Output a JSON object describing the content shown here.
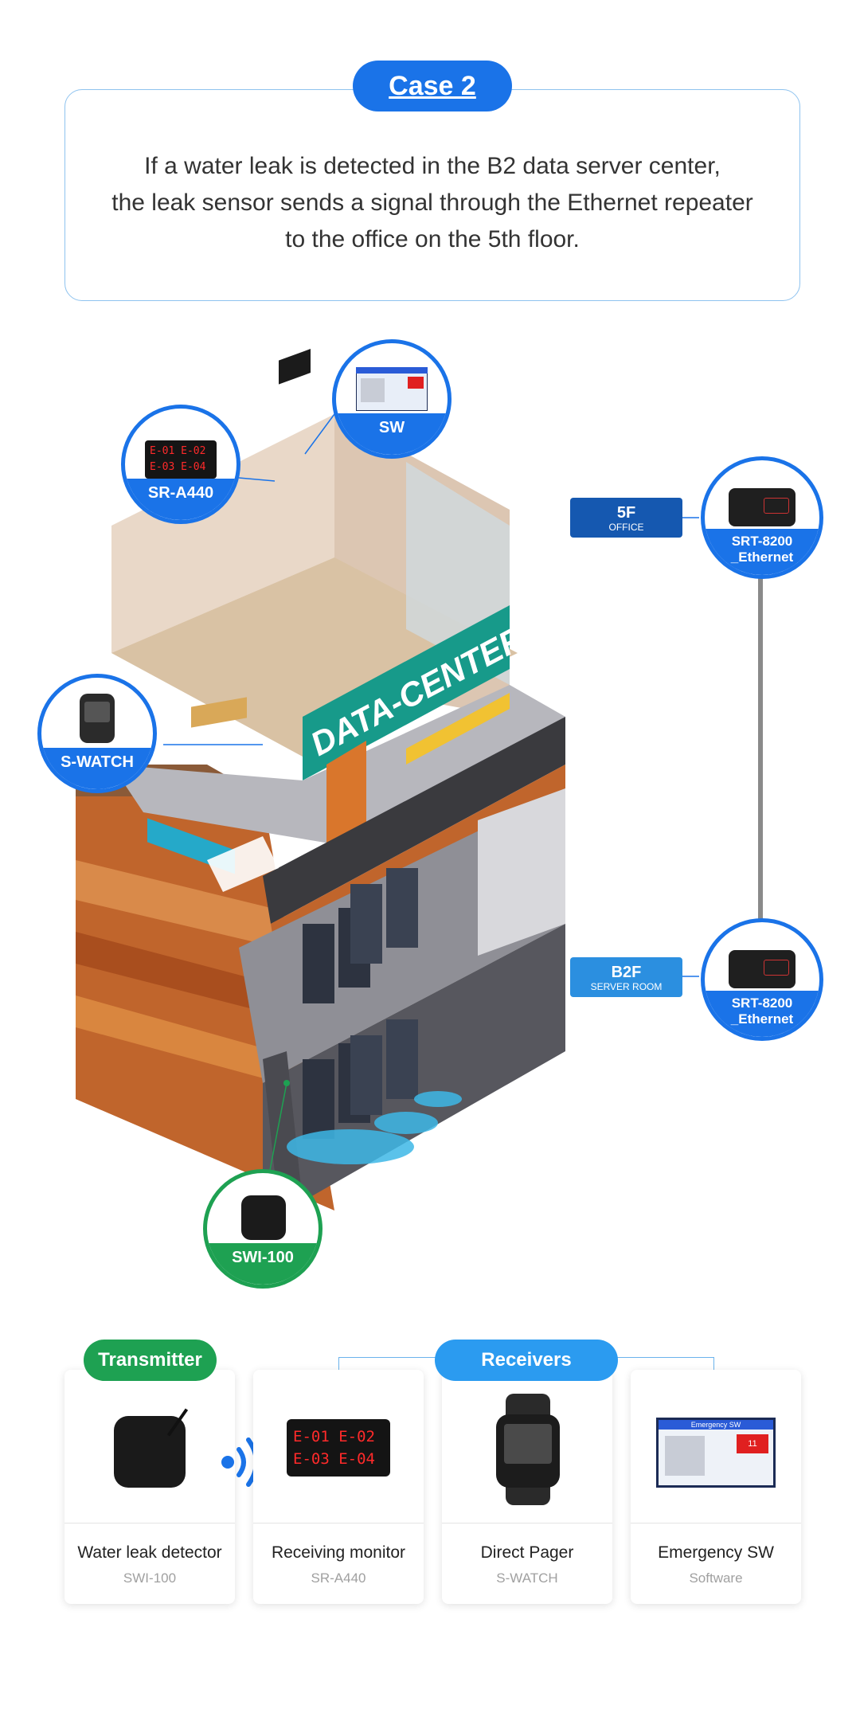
{
  "case": {
    "title": "Case 2",
    "lines": [
      "If a water leak is detected in the B2 data server center,",
      "the leak sensor sends a signal through the Ethernet repeater",
      "to the office on the 5th floor."
    ]
  },
  "scene": {
    "building_sign": "DATA-CENTER",
    "callouts": {
      "sw": "SW",
      "sr_a440": "SR-A440",
      "s_watch": "S-WATCH",
      "swi_100": "SWI-100",
      "srt_top_line1": "SRT-8200",
      "srt_top_line2": "_Ethernet",
      "srt_bottom_line1": "SRT-8200",
      "srt_bottom_line2": "_Ethernet"
    },
    "floors": {
      "f5_big": "5F",
      "f5_small": "OFFICE",
      "b2_big": "B2F",
      "b2_small": "SERVER ROOM"
    },
    "display_codes": [
      "E-01",
      "E-02",
      "E-03",
      "E-04"
    ]
  },
  "bottom": {
    "transmitter_label": "Transmitter",
    "receivers_label": "Receivers",
    "cards": [
      {
        "name": "Water leak detector",
        "model": "SWI-100"
      },
      {
        "name": "Receiving monitor",
        "model": "SR-A440"
      },
      {
        "name": "Direct Pager",
        "model": "S-WATCH"
      },
      {
        "name": "Emergency SW",
        "model": "Software"
      }
    ],
    "sw_screen_title": "Emergency SW",
    "sw_screen_number": "11"
  },
  "colors": {
    "primary_blue": "#1a73e8",
    "green": "#1ea152",
    "floor_5f": "#1558b0",
    "floor_b2f": "#2b8fe0",
    "led_red": "#ff2a2a"
  }
}
